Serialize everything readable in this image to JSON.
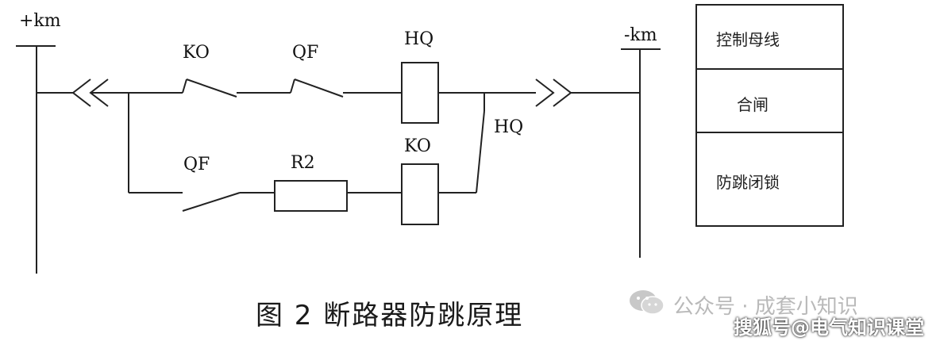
{
  "labels": {
    "pos_bus": "+km",
    "neg_bus": "-km",
    "ko_top": "KO",
    "qf_top": "QF",
    "hq_top": "HQ",
    "hq_right": "HQ",
    "qf_bottom": "QF",
    "r2": "R2",
    "ko_bottom": "KO"
  },
  "legend_table": {
    "rows": [
      "控制母线",
      "合闸",
      "防跳闭锁"
    ]
  },
  "caption": "图 2  断路器防跳原理",
  "watermark": {
    "account": "公众号 · 成套小知识",
    "source": "搜狐号@电气知识课堂"
  }
}
